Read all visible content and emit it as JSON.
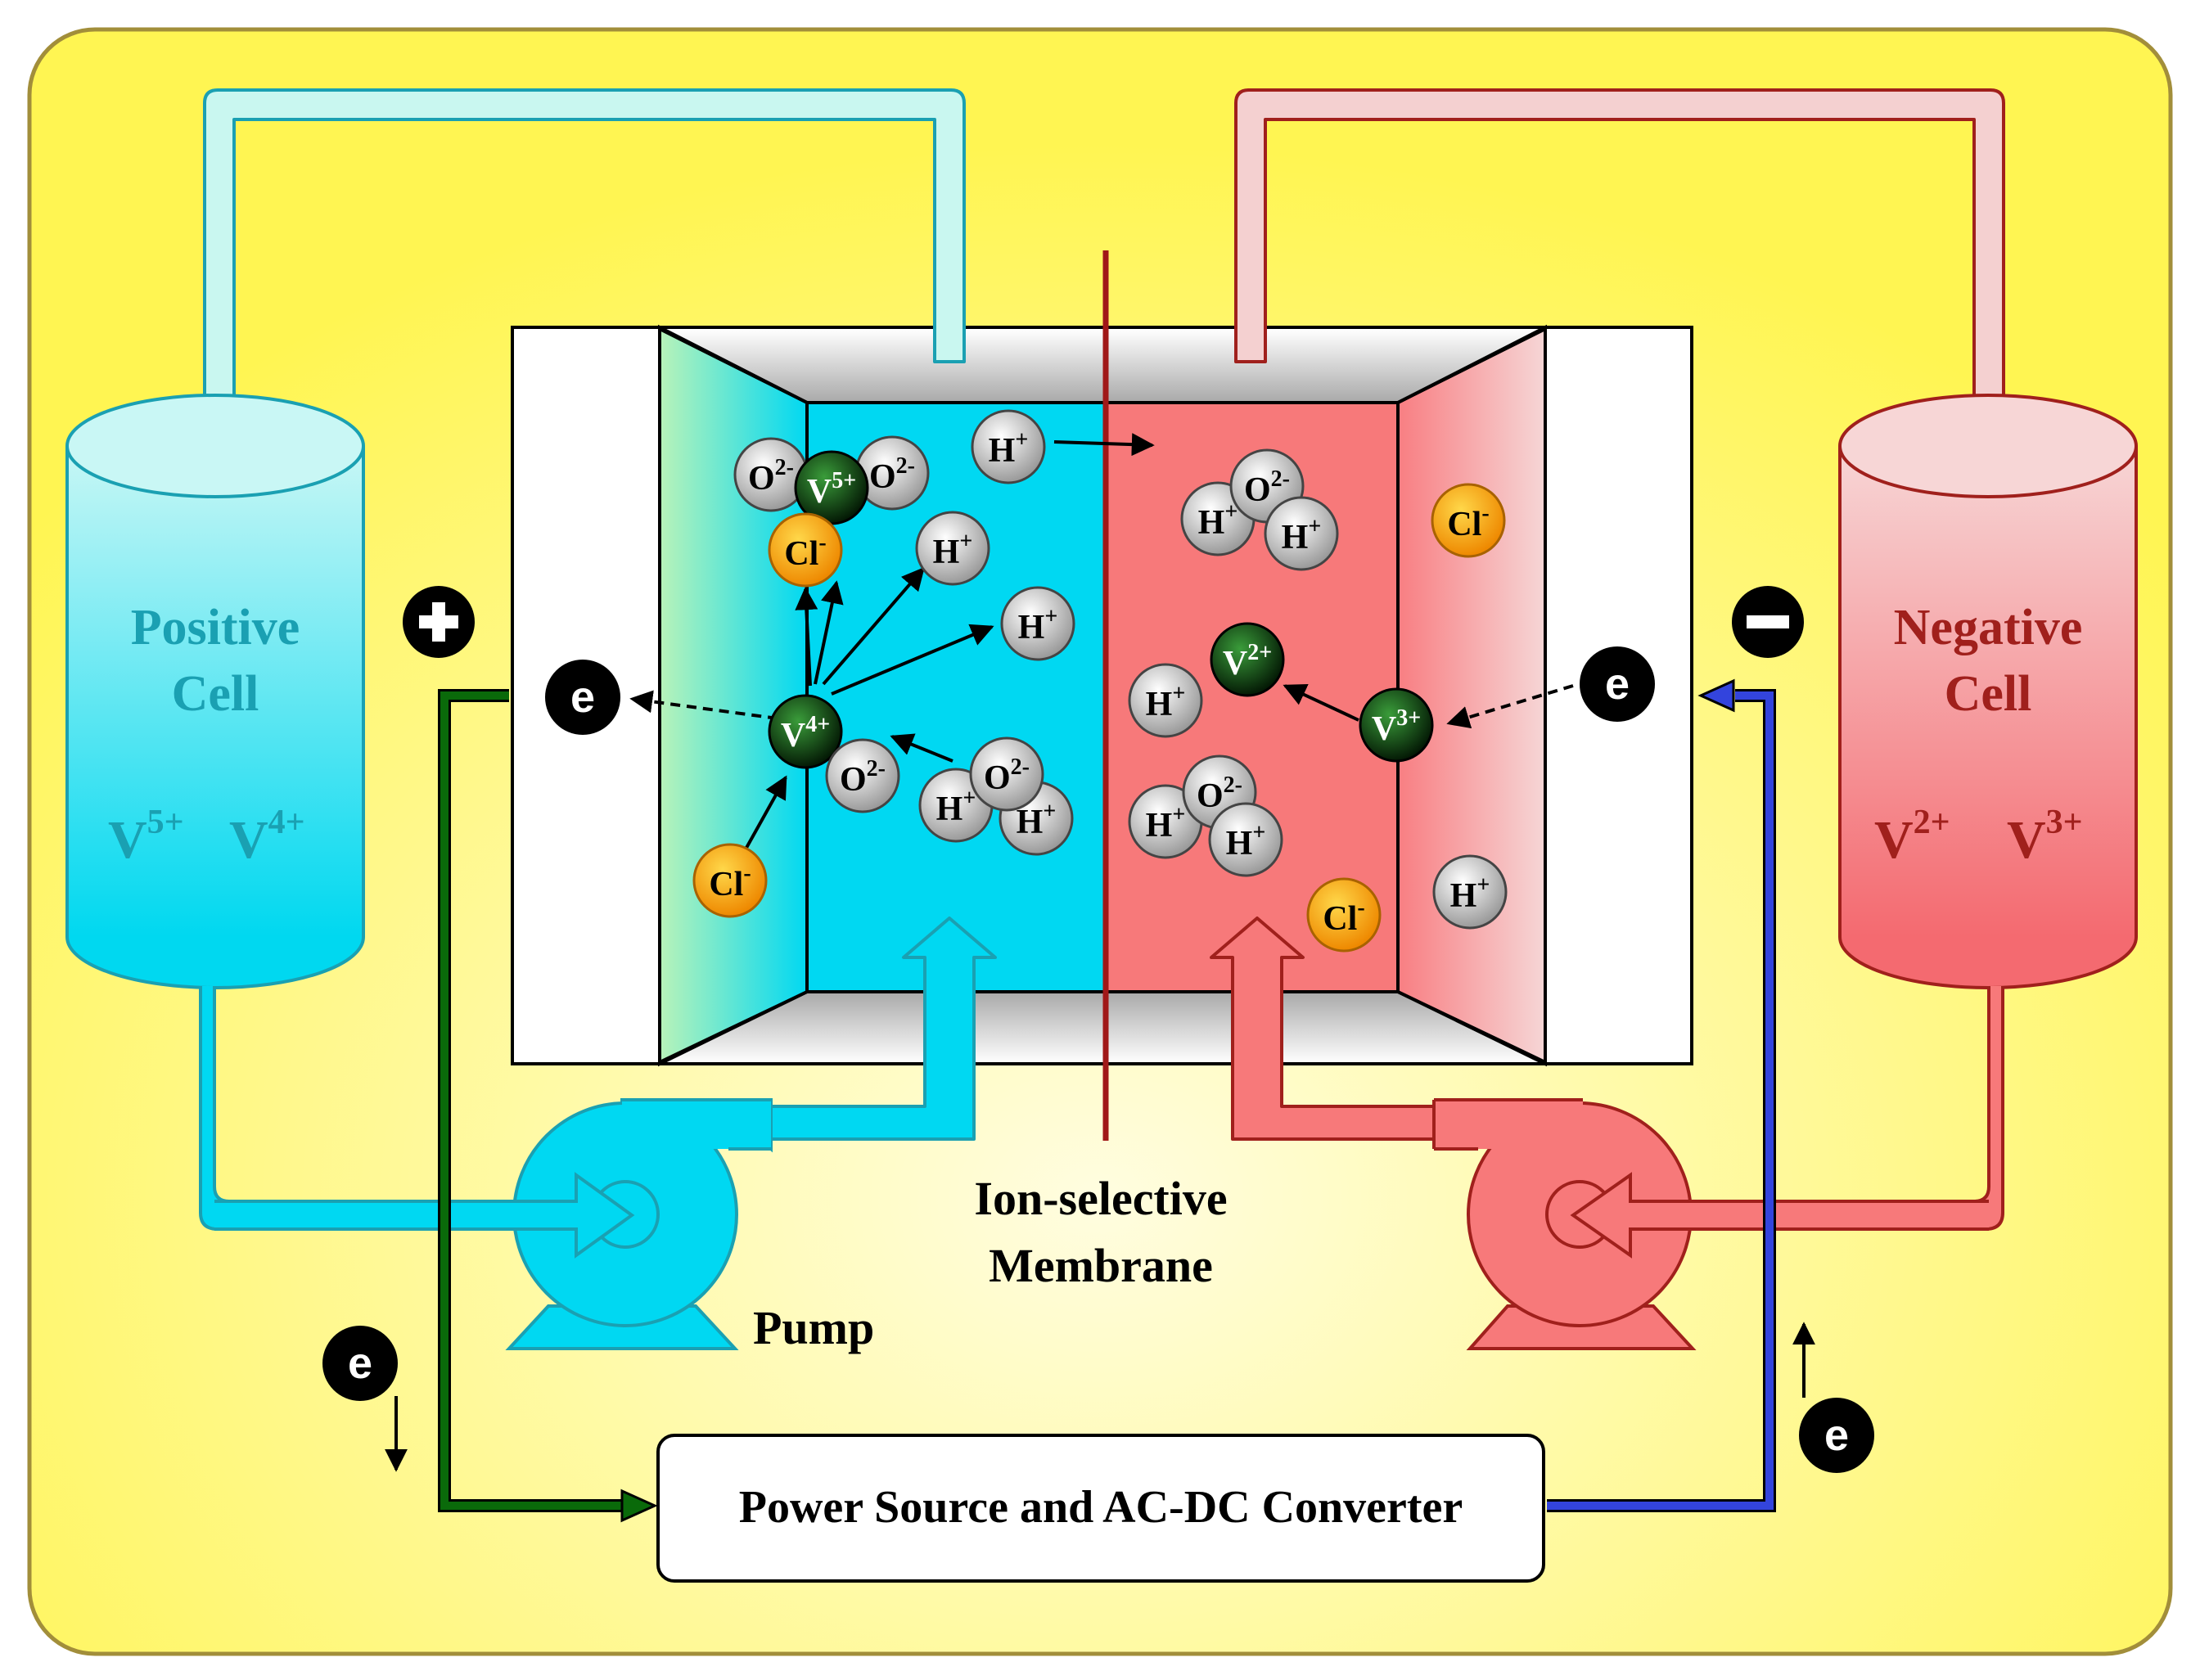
{
  "positive_tank": {
    "title_line1": "Positive",
    "title_line2": "Cell",
    "species_a_base": "V",
    "species_a_charge": "5+",
    "species_b_base": "V",
    "species_b_charge": "4+"
  },
  "negative_tank": {
    "title_line1": "Negative",
    "title_line2": "Cell",
    "species_a_base": "V",
    "species_a_charge": "2+",
    "species_b_base": "V",
    "species_b_charge": "3+"
  },
  "terminals": {
    "positive_symbol": "+",
    "negative_symbol": "−"
  },
  "electron_label": "e",
  "membrane": {
    "line1": "Ion-selective",
    "line2": "Membrane"
  },
  "pump_label": "Pump",
  "power_source": "Power Source and AC-DC Converter",
  "ions": {
    "hydrogen": {
      "base": "H",
      "charge": "+"
    },
    "oxide": {
      "base": "O",
      "charge": "2-"
    },
    "chloride": {
      "base": "Cl",
      "charge": "-"
    },
    "v5": {
      "base": "V",
      "charge": "5+"
    },
    "v4": {
      "base": "V",
      "charge": "4+"
    },
    "v3": {
      "base": "V",
      "charge": "3+"
    },
    "v2": {
      "base": "V",
      "charge": "2+"
    }
  },
  "colors": {
    "background": "#fff86a",
    "positive_fill": "#00d8f2",
    "positive_text": "#1aa0b2",
    "negative_fill": "#f7797a",
    "negative_text": "#a0201c",
    "membrane": "#a01818",
    "vanadium": "#0d4d10",
    "chloride": "#f59a00",
    "ion_gray": "#c8c8c8",
    "positive_wire": "#0a6a0a",
    "negative_wire": "#3344dd"
  }
}
